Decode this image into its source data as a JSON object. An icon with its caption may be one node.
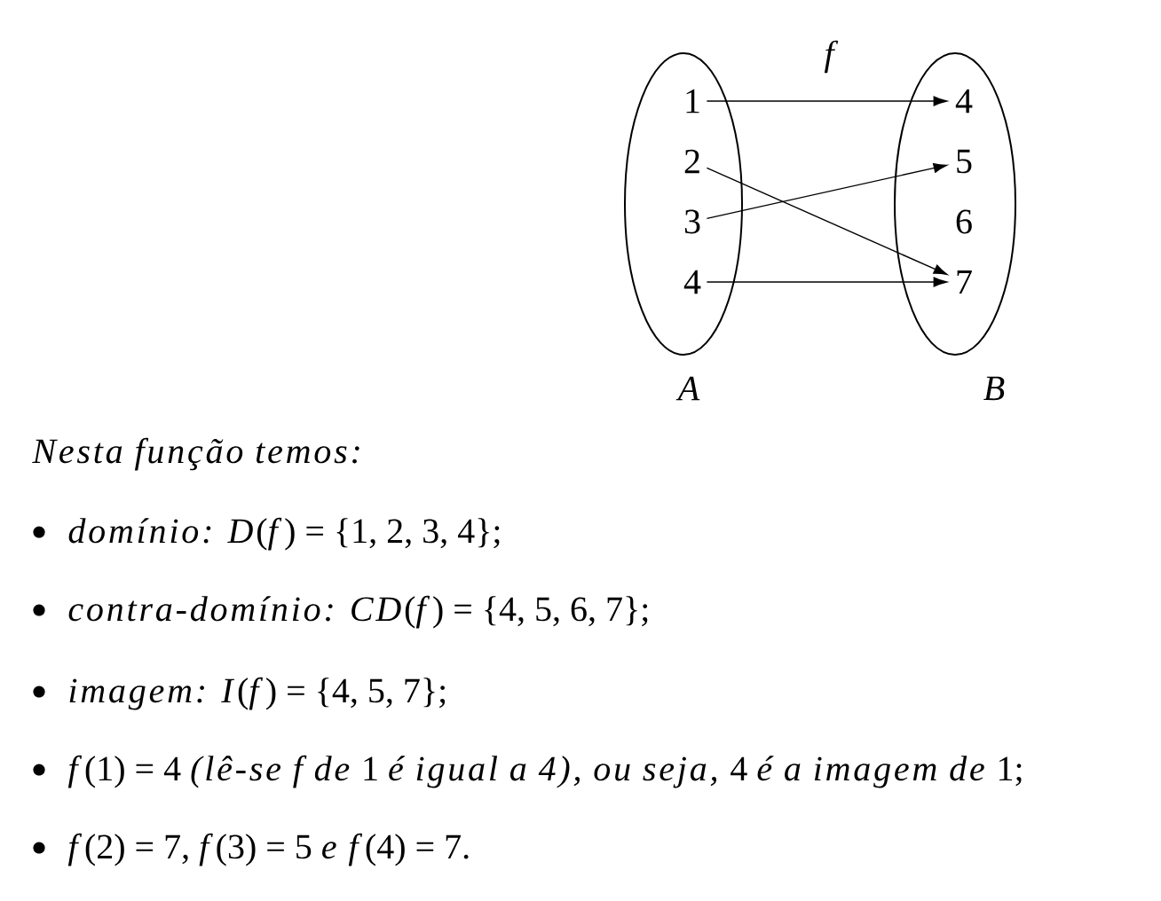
{
  "diagram": {
    "nodes": [
      {
        "text": [
          "A"
        ]
      },
      {
        "text": [
          "1"
        ],
        "in": 0
      },
      {
        "text": [
          "2"
        ],
        "in": 0
      },
      {
        "text": [
          "3"
        ],
        "in": 0
      },
      {
        "text": [
          "4"
        ],
        "in": 0
      },
      {
        "text": [
          "B"
        ]
      },
      {
        "text": [
          "4"
        ],
        "in": 5
      },
      {
        "text": [
          "5"
        ],
        "in": 5
      },
      {
        "text": [
          "6"
        ],
        "in": 5
      },
      {
        "text": [
          "7"
        ],
        "in": 5
      }
    ],
    "edges": [
      {
        "from": 1,
        "to": 6,
        "arrow": "to"
      },
      {
        "from": 2,
        "to": 9,
        "arrow": "to"
      },
      {
        "from": 3,
        "to": 7,
        "arrow": "to"
      },
      {
        "from": 4,
        "to": 9,
        "arrow": "to"
      }
    ],
    "labels": [
      "f",
      "Nesta função temos:",
      "*domínio:* *D*(*f*) = {1, 2, 3, 4};",
      "*contra-domínio:* *CD*(*f*) = {4, 5, 6, 7};",
      "*imagem:* *I*(*f*) = {4, 5, 7};",
      "*f*(1) = 4 *(lê-se f de* 1 *é igual a 4), ou seja,* 4 *é a imagem de* 1;",
      "*f*(2) = 7, *f*(3) = 5 *e* *f*(4) = 7."
    ]
  }
}
